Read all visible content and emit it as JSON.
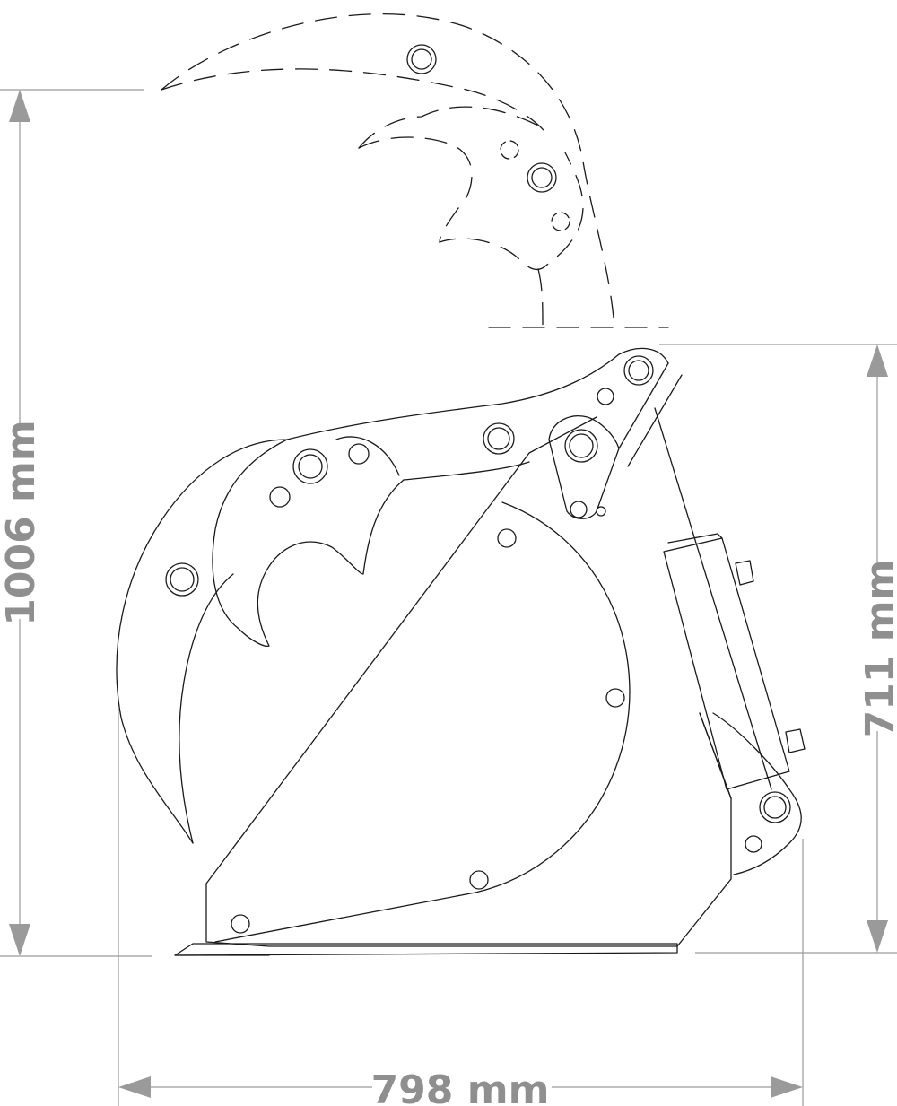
{
  "dimensions": {
    "total_height": "1006 mm",
    "bucket_height": "711 mm",
    "depth": "798 mm"
  },
  "colors": {
    "outline": "#1a1a1a",
    "dimension": "#9a9a9a",
    "background": "#ffffff"
  }
}
